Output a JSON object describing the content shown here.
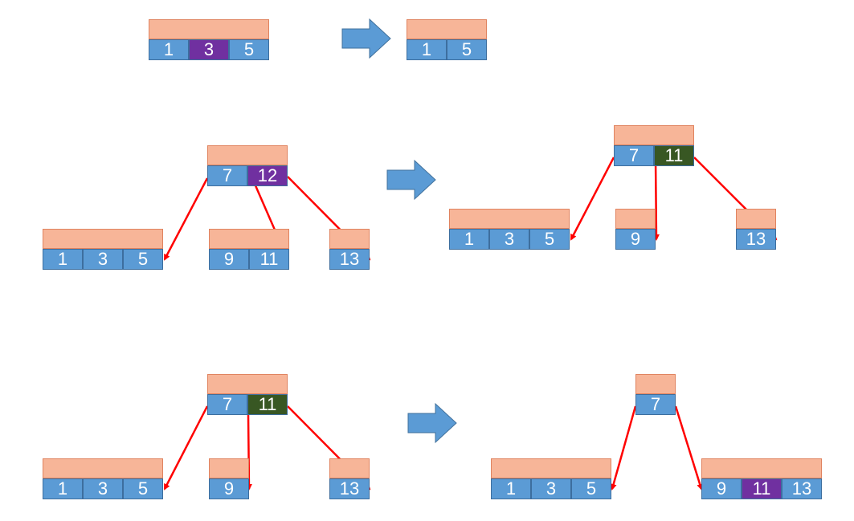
{
  "colors": {
    "header": "#f7b598",
    "key_default": "#5b9bd5",
    "key_highlight_purple": "#7030a0",
    "key_highlight_green": "#385723",
    "edge": "#ff0000",
    "transition_arrow": "#5b9bd5"
  },
  "panels": [
    {
      "name": "row1-before",
      "nodes": [
        {
          "id": "r1b-root",
          "keys": [
            {
              "label": "1"
            },
            {
              "label": "3",
              "highlight": "purple"
            },
            {
              "label": "5"
            }
          ]
        }
      ]
    },
    {
      "name": "row1-after",
      "nodes": [
        {
          "id": "r1a-root",
          "keys": [
            {
              "label": "1"
            },
            {
              "label": "5"
            }
          ]
        }
      ]
    },
    {
      "name": "row2-before",
      "nodes": [
        {
          "id": "r2b-root",
          "keys": [
            {
              "label": "7"
            },
            {
              "label": "12",
              "highlight": "purple"
            }
          ]
        },
        {
          "id": "r2b-c1",
          "keys": [
            {
              "label": "1"
            },
            {
              "label": "3"
            },
            {
              "label": "5"
            }
          ]
        },
        {
          "id": "r2b-c2",
          "keys": [
            {
              "label": "9"
            },
            {
              "label": "11"
            }
          ]
        },
        {
          "id": "r2b-c3",
          "keys": [
            {
              "label": "13"
            }
          ]
        }
      ]
    },
    {
      "name": "row2-after",
      "nodes": [
        {
          "id": "r2a-root",
          "keys": [
            {
              "label": "7"
            },
            {
              "label": "11",
              "highlight": "green"
            }
          ]
        },
        {
          "id": "r2a-c1",
          "keys": [
            {
              "label": "1"
            },
            {
              "label": "3"
            },
            {
              "label": "5"
            }
          ]
        },
        {
          "id": "r2a-c2",
          "keys": [
            {
              "label": "9"
            }
          ]
        },
        {
          "id": "r2a-c3",
          "keys": [
            {
              "label": "13"
            }
          ]
        }
      ]
    },
    {
      "name": "row3-before",
      "nodes": [
        {
          "id": "r3b-root",
          "keys": [
            {
              "label": "7"
            },
            {
              "label": "11",
              "highlight": "green"
            }
          ]
        },
        {
          "id": "r3b-c1",
          "keys": [
            {
              "label": "1"
            },
            {
              "label": "3"
            },
            {
              "label": "5"
            }
          ]
        },
        {
          "id": "r3b-c2",
          "keys": [
            {
              "label": "9"
            }
          ]
        },
        {
          "id": "r3b-c3",
          "keys": [
            {
              "label": "13"
            }
          ]
        }
      ]
    },
    {
      "name": "row3-after",
      "nodes": [
        {
          "id": "r3a-root",
          "keys": [
            {
              "label": "7"
            }
          ]
        },
        {
          "id": "r3a-c1",
          "keys": [
            {
              "label": "1"
            },
            {
              "label": "3"
            },
            {
              "label": "5"
            }
          ]
        },
        {
          "id": "r3a-c2",
          "keys": [
            {
              "label": "9"
            },
            {
              "label": "11",
              "highlight": "purple"
            },
            {
              "label": "13"
            }
          ]
        }
      ]
    }
  ]
}
